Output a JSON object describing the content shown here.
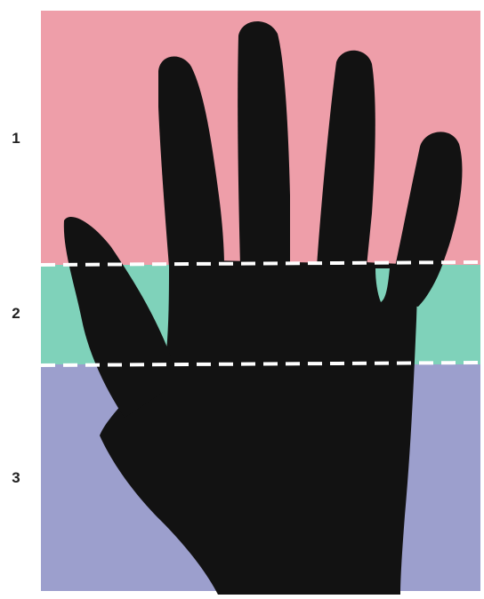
{
  "zones": [
    {
      "number": "1",
      "color": "#ee9ea9"
    },
    {
      "number": "2",
      "color": "#7fd2ba"
    },
    {
      "number": "3",
      "color": "#9c9fcd"
    }
  ],
  "divider_color": "#ffffff",
  "silhouette": {
    "shape": "hand-silhouette",
    "color": "#121212"
  }
}
